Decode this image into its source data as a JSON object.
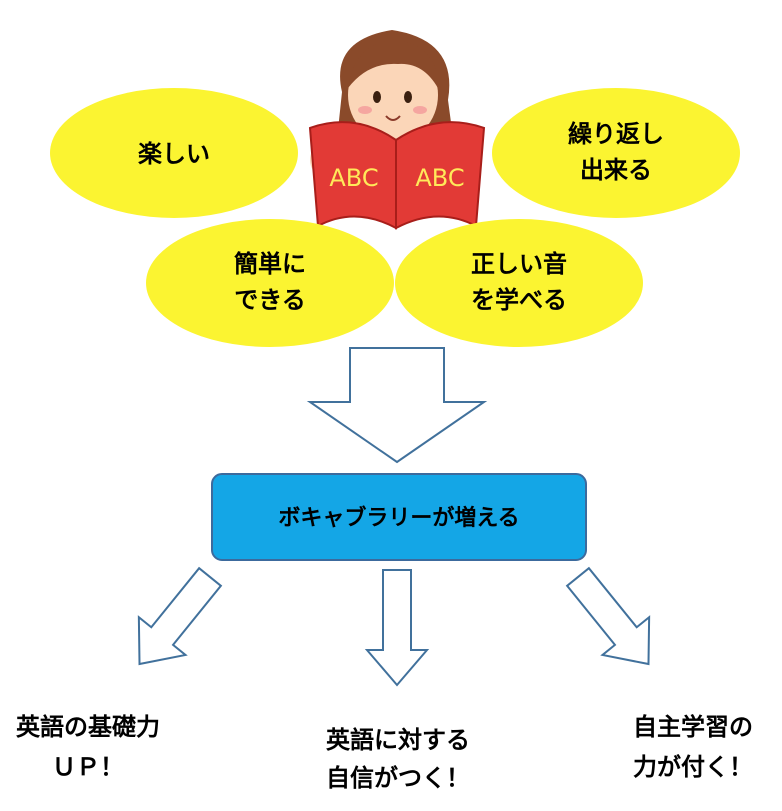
{
  "bubbles": [
    {
      "lines": [
        "楽しい"
      ]
    },
    {
      "lines": [
        "繰り返し",
        "出来る"
      ]
    },
    {
      "lines": [
        "簡単に",
        "できる"
      ]
    },
    {
      "lines": [
        "正しい音",
        "を学べる"
      ]
    }
  ],
  "illustration": {
    "book_left": "ABC",
    "book_right": "ABC"
  },
  "center_box": {
    "label": "ボキャブラリーが増える"
  },
  "outcomes": [
    {
      "lines": [
        "英語の基礎力",
        "ＵＰ！"
      ]
    },
    {
      "lines": [
        "英語に対する",
        "自信がつく！"
      ]
    },
    {
      "lines": [
        "自主学習の",
        "力が付く！"
      ]
    }
  ],
  "colors": {
    "bubble_fill": "#fbf431",
    "center_fill": "#14a6e6",
    "center_stroke": "#3c6a9d",
    "arrow_stroke": "#41719c",
    "book_red": "#e23a36"
  }
}
